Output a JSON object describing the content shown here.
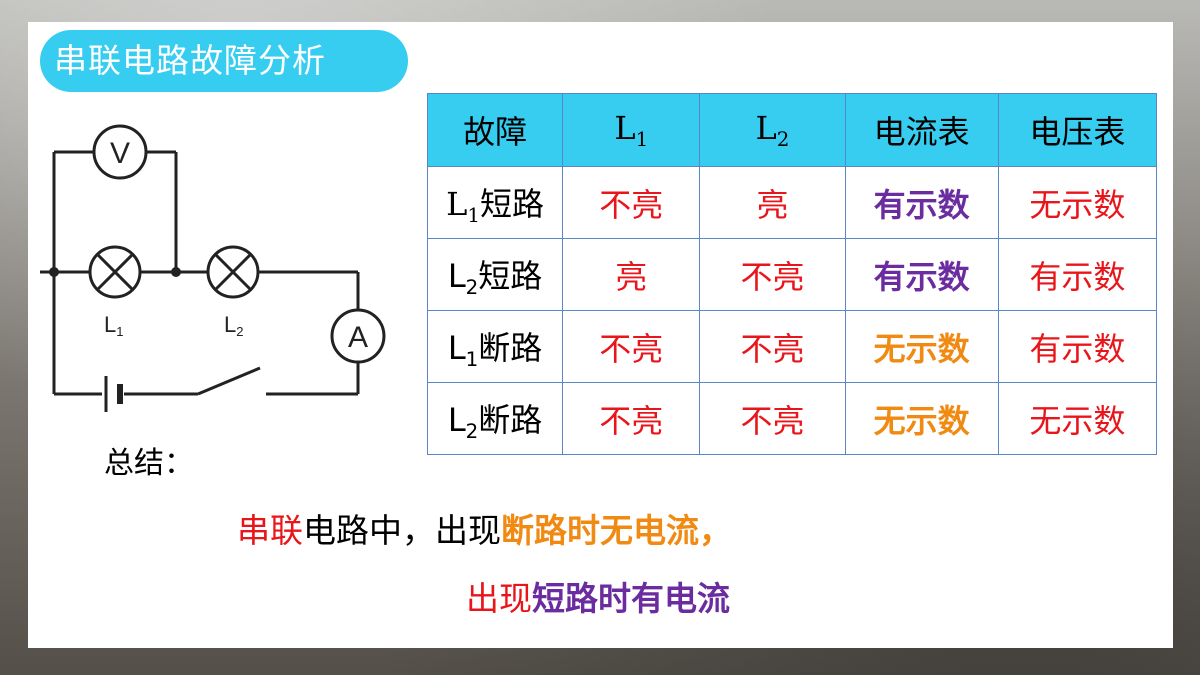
{
  "title": "串联电路故障分析",
  "circuit": {
    "voltmeter_label": "V",
    "ammeter_label": "A",
    "lamp1_label": "L",
    "lamp1_sub": "1",
    "lamp2_label": "L",
    "lamp2_sub": "2"
  },
  "table": {
    "headers": {
      "fault": "故障",
      "l1_main": "L",
      "l1_sub": "1",
      "l2_main": "L",
      "l2_sub": "2",
      "ammeter": "电流表",
      "voltmeter": "电压表"
    },
    "rows": [
      {
        "fault_main": "L",
        "fault_sub": "1",
        "fault_suffix": "短路",
        "l1": "不亮",
        "l2": "亮",
        "ammeter": "有示数",
        "voltmeter": "无示数"
      },
      {
        "fault_main": "L",
        "fault_sub": "2",
        "fault_suffix": "短路",
        "l1": "亮",
        "l2": "不亮",
        "ammeter": "有示数",
        "voltmeter": "有示数"
      },
      {
        "fault_main": "L",
        "fault_sub": "1",
        "fault_suffix": "断路",
        "l1": "不亮",
        "l2": "不亮",
        "ammeter": "无示数",
        "voltmeter": "有示数"
      },
      {
        "fault_main": "L",
        "fault_sub": "2",
        "fault_suffix": "断路",
        "l1": "不亮",
        "l2": "不亮",
        "ammeter": "无示数",
        "voltmeter": "无示数"
      }
    ]
  },
  "summary": {
    "label": "总结：",
    "line1": {
      "p1": "串联",
      "p2": "电路中，出现",
      "p3": "断路时无电流，"
    },
    "line2": {
      "p1": "出现",
      "p2": "短路时有电流"
    }
  },
  "colors": {
    "accent": "#36cdf0",
    "red": "#e8161b",
    "purple": "#6b2ca0",
    "orange": "#f08a12",
    "table_border": "#5b86c5"
  }
}
